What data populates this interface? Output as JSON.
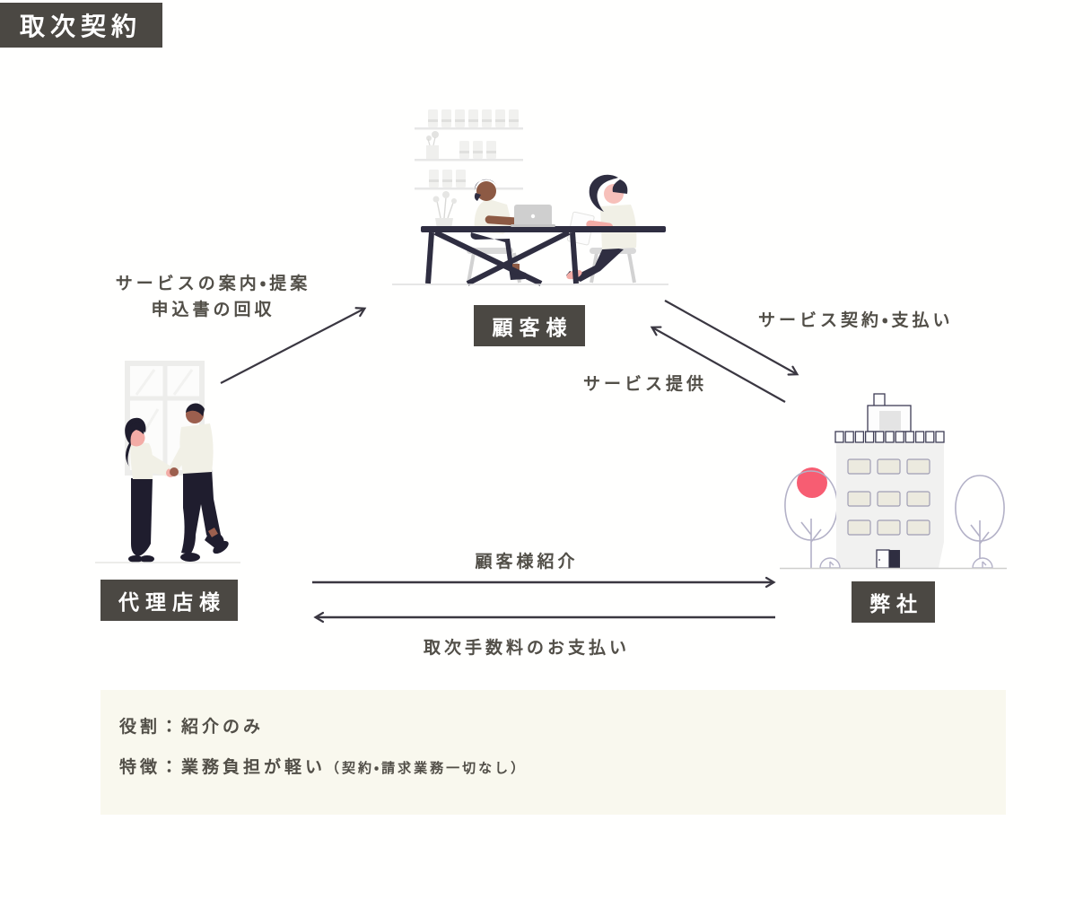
{
  "title": "取次契約",
  "nodes": {
    "customer": {
      "label": "顧客様"
    },
    "agency": {
      "label": "代理店様"
    },
    "company": {
      "label": "弊社"
    }
  },
  "flows": {
    "agency_to_customer": {
      "line1": "サービスの案内・提案",
      "line2": "申込書の回収"
    },
    "customer_to_company": {
      "label": "サービス契約・支払い"
    },
    "company_to_customer": {
      "label": "サービス提供"
    },
    "agency_to_company": {
      "label": "顧客様紹介"
    },
    "company_to_agency": {
      "label": "取次手数料のお支払い"
    }
  },
  "summary": {
    "role": "役割：紹介のみ",
    "feature": "特徴：業務負担が軽い",
    "feature_note": "（契約・請求業務一切なし）"
  },
  "icons": {
    "customer_illustration": "two-people-meeting-at-table-icon",
    "agency_illustration": "two-people-handshake-icon",
    "company_illustration": "office-building-icon"
  },
  "colors": {
    "label_box_bg": "#4b4843",
    "label_box_text": "#ffffff",
    "body_text": "#524f48",
    "arrow": "#3a3741",
    "summary_bg": "#f9f8ee",
    "accent_pink": "#f75d72",
    "illustration_dark": "#2f2e41"
  }
}
